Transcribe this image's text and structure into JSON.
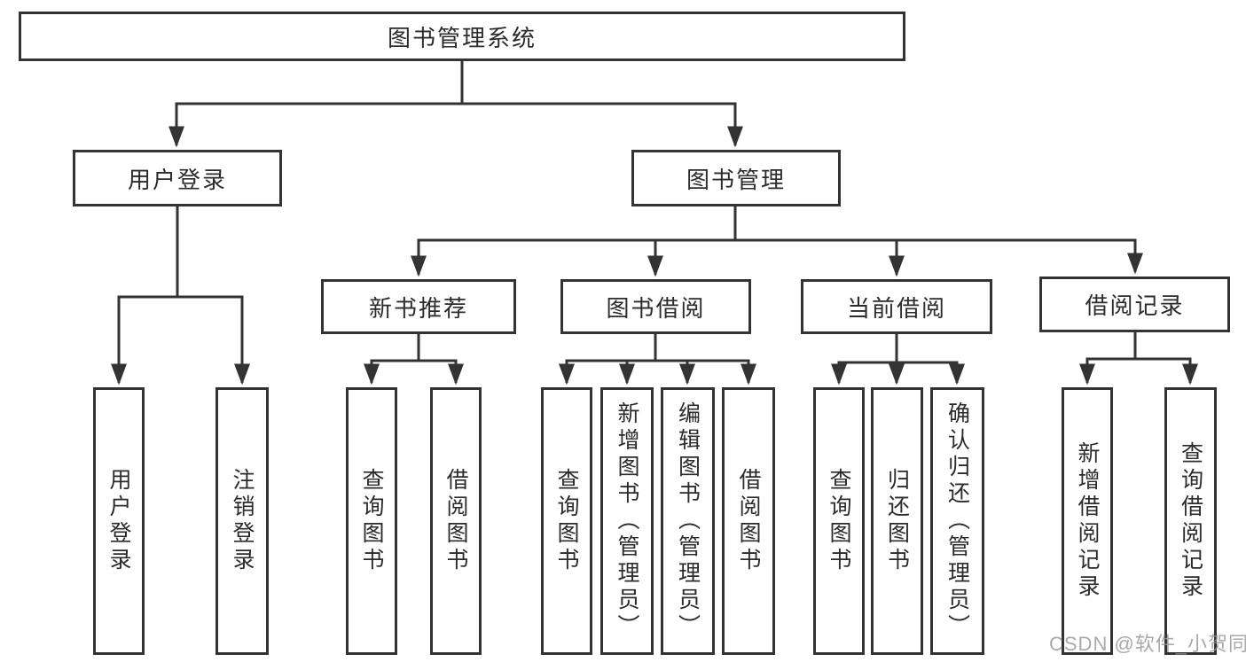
{
  "tree": {
    "root": "图书管理系统",
    "branches": [
      {
        "label": "用户登录",
        "children": [
          {
            "label": "用户登录"
          },
          {
            "label": "注销登录"
          }
        ]
      },
      {
        "label": "图书管理",
        "children": [
          {
            "label": "新书推荐",
            "children": [
              {
                "label": "查询图书"
              },
              {
                "label": "借阅图书"
              }
            ]
          },
          {
            "label": "图书借阅",
            "children": [
              {
                "label": "查询图书"
              },
              {
                "label": "新增图书（管理员）"
              },
              {
                "label": "编辑图书（管理员）"
              },
              {
                "label": "借阅图书"
              }
            ]
          },
          {
            "label": "当前借阅",
            "children": [
              {
                "label": "查询图书"
              },
              {
                "label": "归还图书"
              },
              {
                "label": "确认归还（管理员）"
              }
            ]
          },
          {
            "label": "借阅记录",
            "children": [
              {
                "label": "新增借阅记录"
              },
              {
                "label": "查询借阅记录"
              }
            ]
          }
        ]
      }
    ]
  },
  "watermark": {
    "text": "CSDN @软件_小贺同学"
  },
  "colors": {
    "line": "#333333",
    "text": "#2b2b2b",
    "background": "#ffffff",
    "watermark": "#949496"
  }
}
